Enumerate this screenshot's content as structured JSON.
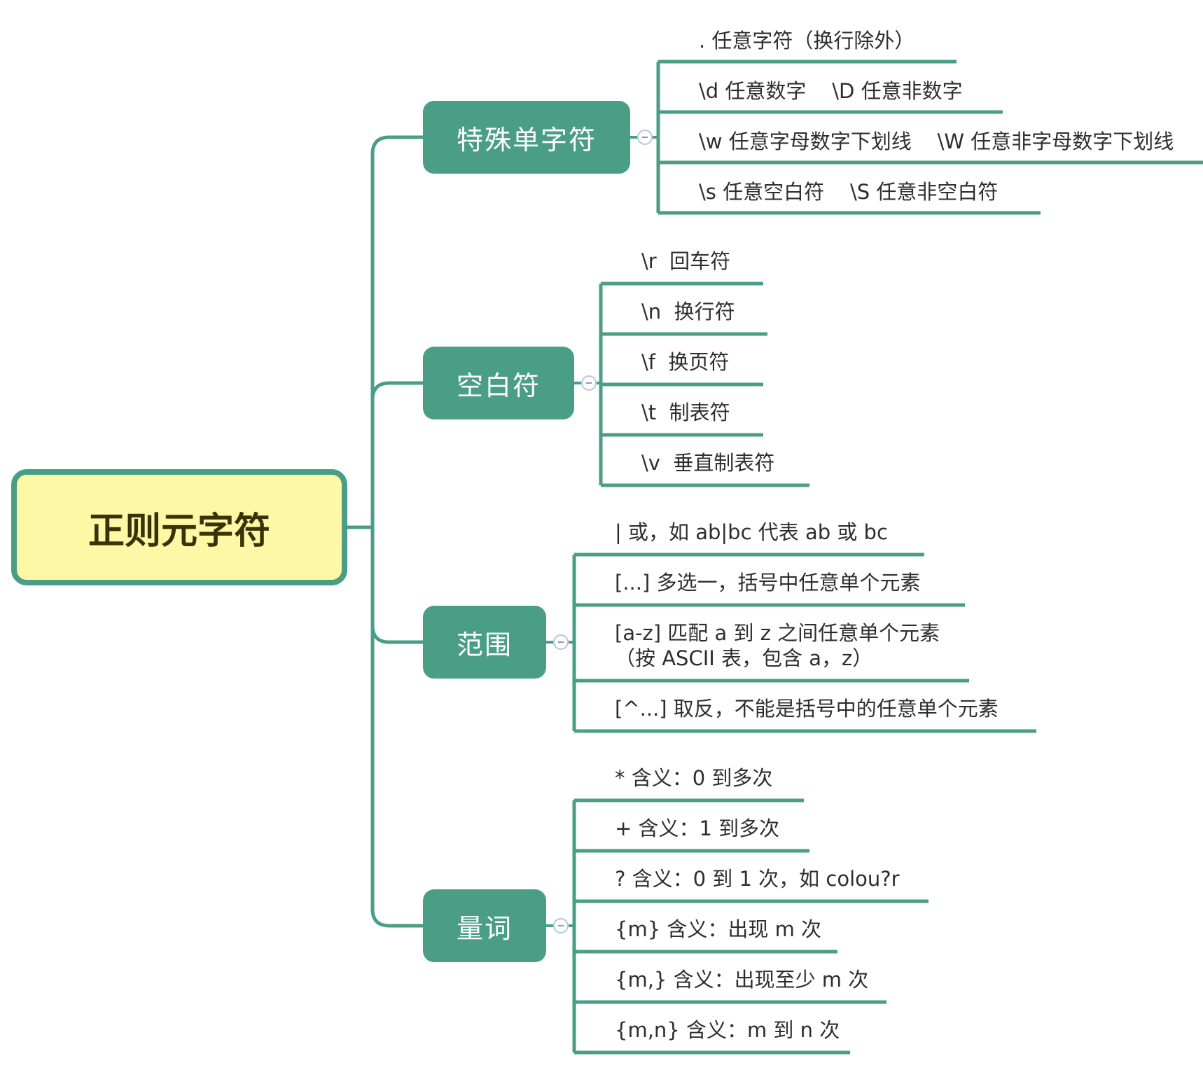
{
  "root": {
    "label": "正则元字符"
  },
  "branches": [
    {
      "label": "特殊单字符",
      "items": [
        ". 任意字符（换行除外）",
        "\\d 任意数字    \\D 任意非数字",
        "\\w 任意字母数字下划线    \\W 任意非字母数字下划线",
        "\\s 任意空白符    \\S 任意非空白符"
      ]
    },
    {
      "label": "空白符",
      "items": [
        "\\r  回车符",
        "\\n  换行符",
        "\\f  换页符",
        "\\t  制表符",
        "\\v  垂直制表符"
      ]
    },
    {
      "label": "范围",
      "items": [
        "| 或，如 ab|bc 代表 ab 或 bc",
        "[...] 多选一，括号中任意单个元素",
        "[a-z] 匹配 a 到 z 之间任意单个元素\n（按 ASCII 表，包含 a，z）",
        "[^...] 取反，不能是括号中的任意单个元素"
      ]
    },
    {
      "label": "量词",
      "items": [
        "* 含义：0 到多次",
        "+ 含义：1 到多次",
        "? 含义：0 到 1 次，如 colou?r",
        "{m} 含义：出现 m 次",
        "{m,} 含义：出现至少 m 次",
        "{m,n} 含义：m 到 n 次"
      ]
    }
  ],
  "colors": {
    "line": "#4a9e86",
    "branch_fill": "#4a9e86",
    "root_fill": "#fdf8a6",
    "root_border": "#4a9e86",
    "root_text": "#3a3206",
    "leaf_text": "#2e2e2e",
    "collapse_border": "#b7c3e6"
  }
}
